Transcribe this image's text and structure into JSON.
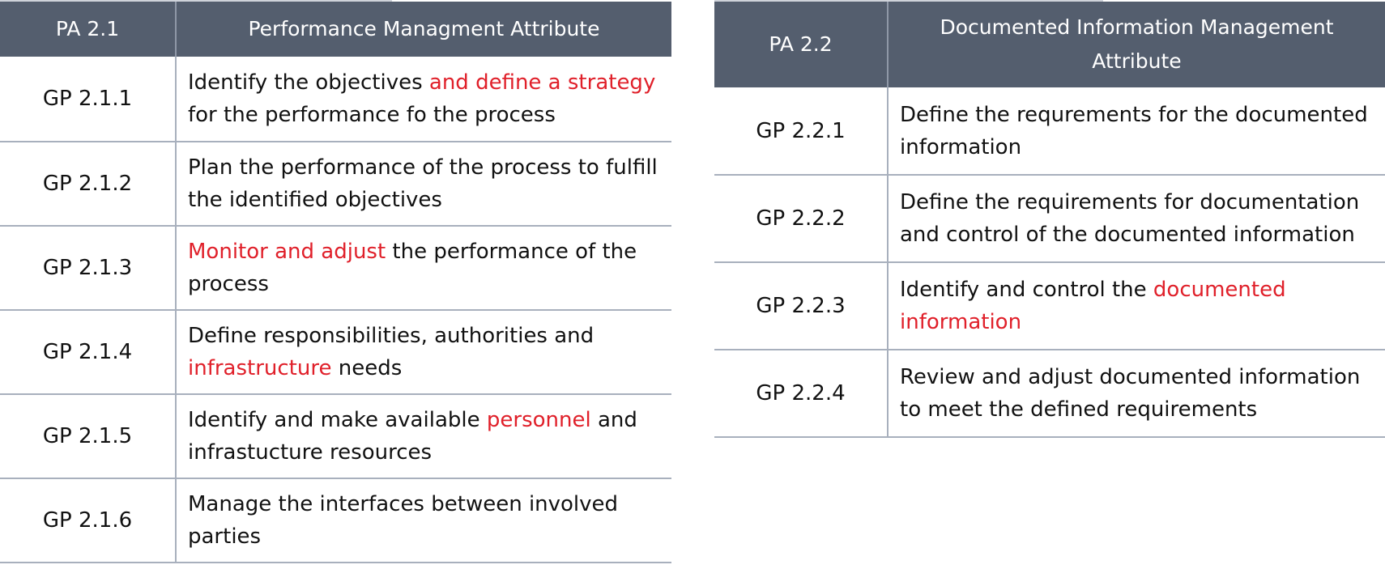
{
  "accent_color": "#e0202a",
  "header_color": "#545e6e",
  "table_left": {
    "code_header": "PA 2.1",
    "title_header": "Performance Managment Attribute",
    "rows": [
      {
        "code": "GP 2.1.1",
        "seg0": "Identify the objectives ",
        "seg1": "and define a strategy",
        "seg2": "for the performance fo the process"
      },
      {
        "code": "GP 2.1.2",
        "seg0": "Plan the performance of the process to fulfill",
        "seg1": "the identified objectives"
      },
      {
        "code": "GP 2.1.3",
        "seg0": "Monitor and adjust",
        "seg1": " the performance of the",
        "seg2": "process"
      },
      {
        "code": "GP 2.1.4",
        "seg0": "Define responsibilities, authorities and",
        "seg1": "infrastructure",
        "seg2": " needs"
      },
      {
        "code": "GP 2.1.5",
        "seg0": "Identify and make available ",
        "seg1": "personnel",
        "seg2": " and",
        "seg3": "infrastucture resources"
      },
      {
        "code": "GP 2.1.6",
        "seg0": "Manage the interfaces between involved",
        "seg1": "parties"
      }
    ]
  },
  "table_right": {
    "code_header": "PA 2.2",
    "title_header_line1": "Documented Information Management",
    "title_header_line2": "Attribute",
    "rows": [
      {
        "code": "GP 2.2.1",
        "seg0": "Define the requrements for the documented",
        "seg1": "information"
      },
      {
        "code": "GP 2.2.2",
        "seg0": "Define the requirements for documentation",
        "seg1": "and control of the documented information"
      },
      {
        "code": "GP 2.2.3",
        "seg0": "Identify and control the ",
        "seg1": "documented",
        "seg2": "information"
      },
      {
        "code": "GP 2.2.4",
        "seg0": "Review and adjust documented information",
        "seg1": "to meet the defined requirements"
      }
    ]
  }
}
